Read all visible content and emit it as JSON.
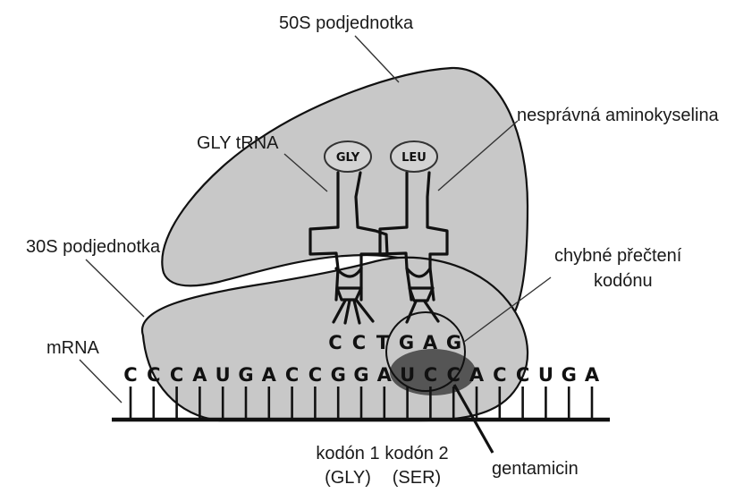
{
  "labels": {
    "large_subunit": "50S podjednotka",
    "wrong_amino_acid": "nesprávná aminokyselina",
    "trna_label": "GLY tRNA",
    "small_subunit": "30S podjednotka",
    "misreading_line1": "chybné přečtení",
    "misreading_line2": "kodónu",
    "mrna": "mRNA",
    "codon1_line1": "kodón 1",
    "codon1_line2": "(GLY)",
    "codon2_line1": "kodón 2",
    "codon2_line2": "(SER)",
    "drug": "gentamicin"
  },
  "amino_acids": {
    "trna1": "GLY",
    "trna2": "LEU"
  },
  "anticodon": [
    "C",
    "C",
    "T",
    "G",
    "A",
    "G"
  ],
  "mrna_sequence": [
    "C",
    "C",
    "C",
    "A",
    "U",
    "G",
    "A",
    "C",
    "C",
    "G",
    "G",
    "A",
    "U",
    "C",
    "C",
    "A",
    "C",
    "C",
    "U",
    "G",
    "A"
  ],
  "colors": {
    "ribosome_fill": "#c8c8c8",
    "drug_fill": "#555555",
    "amino_acid_fill": "#d3d3d3"
  }
}
